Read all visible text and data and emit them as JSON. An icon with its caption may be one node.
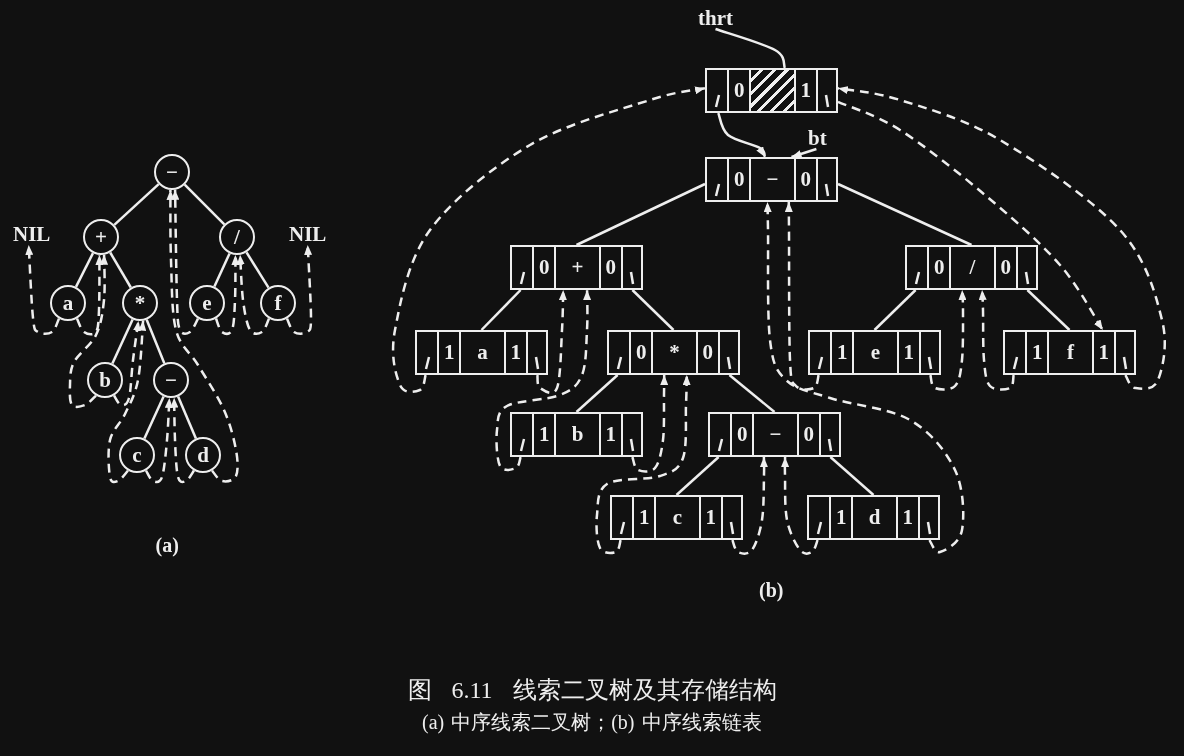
{
  "diagram": {
    "title": "图 6.11 线索二叉树及其存储结构",
    "caption": "(a) 中序线索二叉树；(b) 中序线索链表",
    "nodes": [
      {
        "text": [
          "−"
        ]
      },
      {
        "text": [
          "+"
        ]
      },
      {
        "text": [
          "/"
        ]
      },
      {
        "text": [
          "a"
        ]
      },
      {
        "text": [
          "*"
        ]
      },
      {
        "text": [
          "e"
        ]
      },
      {
        "text": [
          "f"
        ]
      },
      {
        "text": [
          "b"
        ]
      },
      {
        "text": [
          "−"
        ]
      },
      {
        "text": [
          "c"
        ]
      },
      {
        "text": [
          "d"
        ]
      },
      {
        "text": [
          "NIL"
        ]
      },
      {
        "text": [
          "NIL"
        ]
      },
      {
        "text": [
          "thrt"
        ]
      },
      {
        "text": [
          "0",
          "1"
        ]
      },
      {
        "text": [
          "bt"
        ]
      },
      {
        "text": [
          "0",
          "−",
          "0"
        ]
      },
      {
        "text": [
          "0",
          "+",
          "0"
        ]
      },
      {
        "text": [
          "0",
          "/",
          "0"
        ]
      },
      {
        "text": [
          "1",
          "a",
          "1"
        ]
      },
      {
        "text": [
          "0",
          "*",
          "0"
        ]
      },
      {
        "text": [
          "1",
          "e",
          "1"
        ]
      },
      {
        "text": [
          "1",
          "f",
          "1"
        ]
      },
      {
        "text": [
          "1",
          "b",
          "1"
        ]
      },
      {
        "text": [
          "0",
          "−",
          "0"
        ]
      },
      {
        "text": [
          "1",
          "c",
          "1"
        ]
      },
      {
        "text": [
          "1",
          "d",
          "1"
        ]
      }
    ],
    "edges": [
      {
        "from": 0,
        "to": 1,
        "arrow": "none"
      },
      {
        "from": 0,
        "to": 2,
        "arrow": "none"
      },
      {
        "from": 1,
        "to": 3,
        "arrow": "none"
      },
      {
        "from": 1,
        "to": 4,
        "arrow": "none"
      },
      {
        "from": 2,
        "to": 5,
        "arrow": "none"
      },
      {
        "from": 2,
        "to": 6,
        "arrow": "none"
      },
      {
        "from": 4,
        "to": 7,
        "arrow": "none"
      },
      {
        "from": 4,
        "to": 8,
        "arrow": "none"
      },
      {
        "from": 8,
        "to": 9,
        "arrow": "none"
      },
      {
        "from": 8,
        "to": 10,
        "arrow": "none"
      },
      {
        "from": 3,
        "to": 11,
        "arrow": "to",
        "style": "dashed"
      },
      {
        "from": 3,
        "to": 1,
        "arrow": "to",
        "style": "dashed"
      },
      {
        "from": 7,
        "to": 1,
        "arrow": "to",
        "style": "dashed"
      },
      {
        "from": 7,
        "to": 4,
        "arrow": "to",
        "style": "dashed"
      },
      {
        "from": 9,
        "to": 4,
        "arrow": "to",
        "style": "dashed"
      },
      {
        "from": 9,
        "to": 8,
        "arrow": "to",
        "style": "dashed"
      },
      {
        "from": 10,
        "to": 8,
        "arrow": "to",
        "style": "dashed"
      },
      {
        "from": 10,
        "to": 0,
        "arrow": "to",
        "style": "dashed"
      },
      {
        "from": 5,
        "to": 0,
        "arrow": "to",
        "style": "dashed"
      },
      {
        "from": 5,
        "to": 2,
        "arrow": "to",
        "style": "dashed"
      },
      {
        "from": 6,
        "to": 2,
        "arrow": "to",
        "style": "dashed"
      },
      {
        "from": 6,
        "to": 12,
        "arrow": "to",
        "style": "dashed"
      },
      {
        "from": 13,
        "to": 14,
        "arrow": "none"
      },
      {
        "from": 15,
        "to": 16,
        "arrow": "to"
      },
      {
        "from": 14,
        "to": 16,
        "arrow": "to"
      },
      {
        "from": 16,
        "to": 17,
        "arrow": "none"
      },
      {
        "from": 16,
        "to": 18,
        "arrow": "none"
      },
      {
        "from": 17,
        "to": 19,
        "arrow": "none"
      },
      {
        "from": 17,
        "to": 20,
        "arrow": "none"
      },
      {
        "from": 18,
        "to": 21,
        "arrow": "none"
      },
      {
        "from": 18,
        "to": 22,
        "arrow": "none"
      },
      {
        "from": 20,
        "to": 23,
        "arrow": "none"
      },
      {
        "from": 20,
        "to": 24,
        "arrow": "none"
      },
      {
        "from": 24,
        "to": 25,
        "arrow": "none"
      },
      {
        "from": 24,
        "to": 26,
        "arrow": "none"
      },
      {
        "from": 19,
        "to": 14,
        "arrow": "to",
        "style": "dashed"
      },
      {
        "from": 19,
        "to": 17,
        "arrow": "to",
        "style": "dashed"
      },
      {
        "from": 23,
        "to": 17,
        "arrow": "to",
        "style": "dashed"
      },
      {
        "from": 23,
        "to": 20,
        "arrow": "to",
        "style": "dashed"
      },
      {
        "from": 25,
        "to": 20,
        "arrow": "to",
        "style": "dashed"
      },
      {
        "from": 25,
        "to": 24,
        "arrow": "to",
        "style": "dashed"
      },
      {
        "from": 26,
        "to": 24,
        "arrow": "to",
        "style": "dashed"
      },
      {
        "from": 26,
        "to": 16,
        "arrow": "to",
        "style": "dashed"
      },
      {
        "from": 21,
        "to": 16,
        "arrow": "to",
        "style": "dashed"
      },
      {
        "from": 21,
        "to": 18,
        "arrow": "to",
        "style": "dashed"
      },
      {
        "from": 22,
        "to": 18,
        "arrow": "to",
        "style": "dashed"
      },
      {
        "from": 14,
        "to": 22,
        "arrow": "to",
        "style": "dashed"
      },
      {
        "from": 22,
        "to": 14,
        "arrow": "to",
        "style": "dashed"
      }
    ],
    "labels": [
      "(a)",
      "(b)"
    ]
  }
}
